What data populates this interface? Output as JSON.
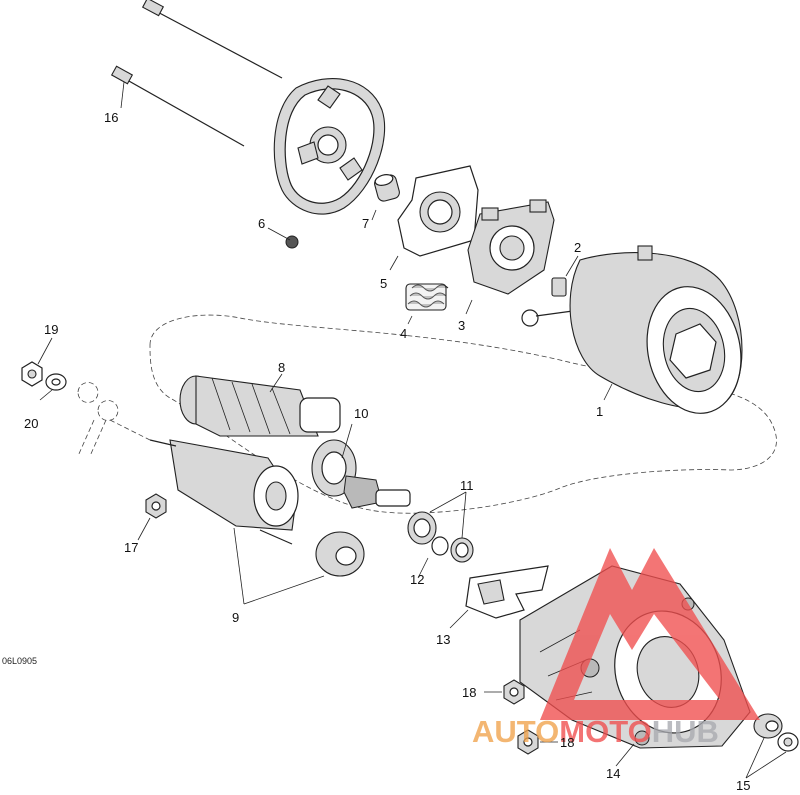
{
  "drawing_code": "06L0905",
  "callouts": [
    "1",
    "2",
    "3",
    "4",
    "5",
    "6",
    "7",
    "8",
    "9",
    "10",
    "11",
    "12",
    "13",
    "14",
    "15",
    "16",
    "17",
    "18",
    "18",
    "19",
    "20"
  ],
  "watermark": {
    "part1": "AUTO",
    "part2": "MOTO",
    "part3": "HUB",
    "color_primary": "#f0a24b",
    "color_secondary": "#f04e4e",
    "color_tertiary": "#a9aab0"
  }
}
